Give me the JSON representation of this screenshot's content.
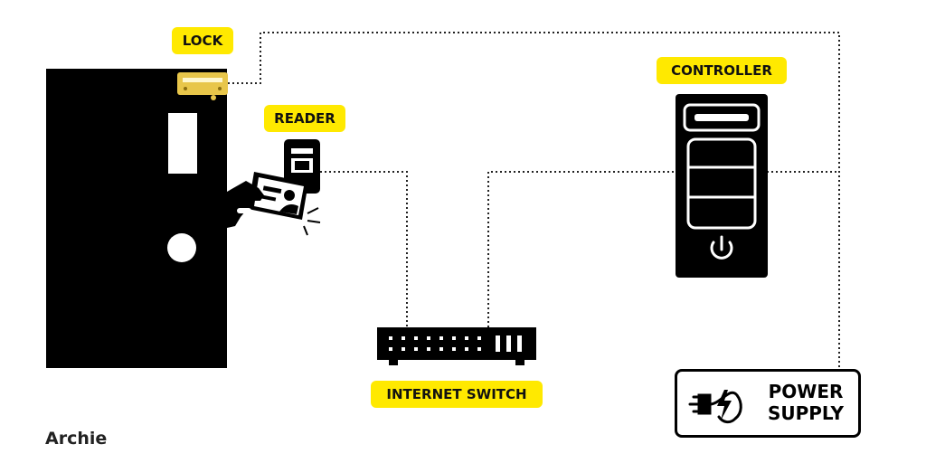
{
  "labels": {
    "lock": "LOCK",
    "reader": "READER",
    "controller": "CONTROLLER",
    "internet_switch": "INTERNET SWITCH",
    "power_supply_line1": "POWER",
    "power_supply_line2": "SUPPLY"
  },
  "brand": "Archie",
  "colors": {
    "tag_background": "#ffe900",
    "lock_color": "#e8c64a",
    "device": "#000000",
    "connection_line": "#222222"
  },
  "icons": [
    "door-icon",
    "door-lock-icon",
    "card-reader-icon",
    "access-card-icon",
    "hand-icon",
    "network-switch-icon",
    "controller-tower-icon",
    "power-button-icon",
    "power-plug-icon"
  ]
}
